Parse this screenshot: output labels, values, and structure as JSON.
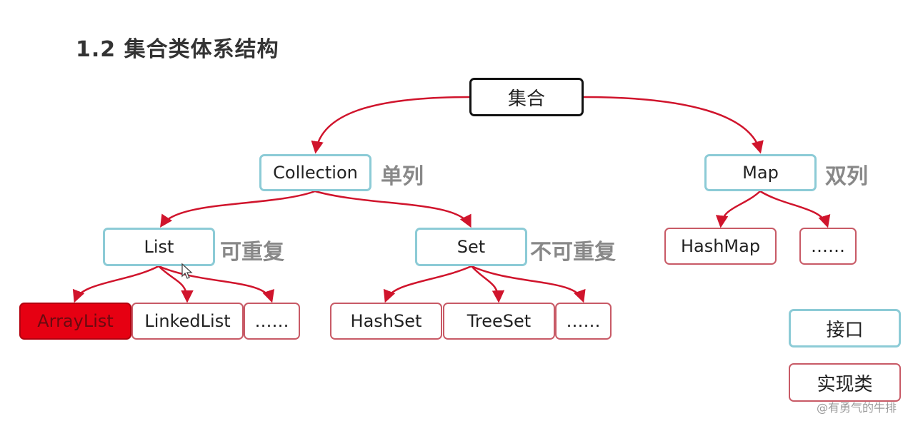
{
  "slide": {
    "title": "1.2 集合类体系结构"
  },
  "tree": {
    "root": "集合",
    "collection": {
      "label": "Collection",
      "note": "单列"
    },
    "map": {
      "label": "Map",
      "note": "双列"
    },
    "list": {
      "label": "List",
      "note": "可重复"
    },
    "set": {
      "label": "Set",
      "note": "不可重复"
    },
    "hashmap": "HashMap",
    "map_more": "……",
    "arraylist": "ArrayList",
    "linkedlist": "LinkedList",
    "list_more": "……",
    "hashset": "HashSet",
    "treeset": "TreeSet",
    "set_more": "……"
  },
  "legend": {
    "interface": "接口",
    "implementation": "实现类"
  },
  "watermark": "@有勇气的牛排",
  "colors": {
    "edge": "#d0142c",
    "interface_border": "#8ccbd6",
    "implementation_border": "#c85a66",
    "highlight_fill": "#e60012"
  }
}
